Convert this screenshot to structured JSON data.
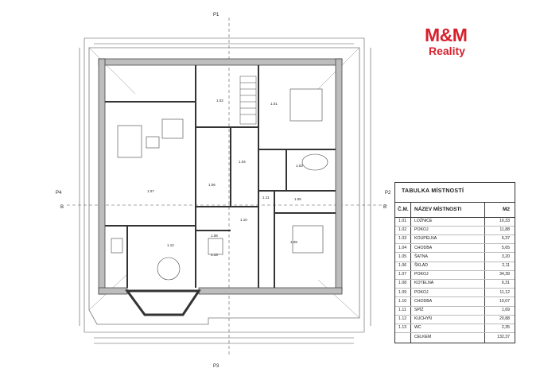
{
  "brand": {
    "name": "M&M",
    "sub": "Reality",
    "color": "#d6202d"
  },
  "plan": {
    "section_labels": {
      "top": "P1",
      "bottom": "P3",
      "left": "P4",
      "right": "P2",
      "left_marker": "B",
      "right_marker": "B"
    },
    "rooms": [
      {
        "code": "1.01",
        "area": "16,33"
      },
      {
        "code": "1.02",
        "area": "11,88"
      },
      {
        "code": "1.03",
        "area": "6,37"
      },
      {
        "code": "1.04",
        "area": "5,65"
      },
      {
        "code": "1.05",
        "area": "3,20"
      },
      {
        "code": "1.06",
        "area": "2,11"
      },
      {
        "code": "1.07",
        "area": "34,39"
      },
      {
        "code": "1.08",
        "area": "6,31"
      },
      {
        "code": "1.09",
        "area": "11,12"
      },
      {
        "code": "1.10",
        "area": "10,07"
      },
      {
        "code": "1.11",
        "area": "1,69"
      },
      {
        "code": "1.12",
        "area": "20,88"
      },
      {
        "code": "1.13",
        "area": "2,35"
      }
    ]
  },
  "legend": {
    "title": "TABULKA MÍSTNOSTÍ",
    "col_no": "Č.M.",
    "col_name": "NÁZEV MÍSTNOSTI",
    "col_area": "M2",
    "rows": [
      {
        "no": "1.01",
        "name": "LOŽNICE",
        "area": "16,33"
      },
      {
        "no": "1.02",
        "name": "POKOJ",
        "area": "11,88"
      },
      {
        "no": "1.03",
        "name": "KOUPELNA",
        "area": "6,37"
      },
      {
        "no": "1.04",
        "name": "CHODBA",
        "area": "5,65"
      },
      {
        "no": "1.05",
        "name": "ŠATNA",
        "area": "3,20"
      },
      {
        "no": "1.06",
        "name": "ŠKLAD",
        "area": "2,11"
      },
      {
        "no": "1.07",
        "name": "POKOJ",
        "area": "34,39"
      },
      {
        "no": "1.08",
        "name": "KOTELNA",
        "area": "6,31"
      },
      {
        "no": "1.09",
        "name": "POKOJ",
        "area": "11,12"
      },
      {
        "no": "1.10",
        "name": "CHODBA",
        "area": "10,07"
      },
      {
        "no": "1.11",
        "name": "SPÍŽ",
        "area": "1,69"
      },
      {
        "no": "1.12",
        "name": "KUCHYŇ",
        "area": "20,88"
      },
      {
        "no": "1.13",
        "name": "WC",
        "area": "2,35"
      },
      {
        "no": "",
        "name": "CELKEM",
        "area": "132,37"
      }
    ]
  }
}
